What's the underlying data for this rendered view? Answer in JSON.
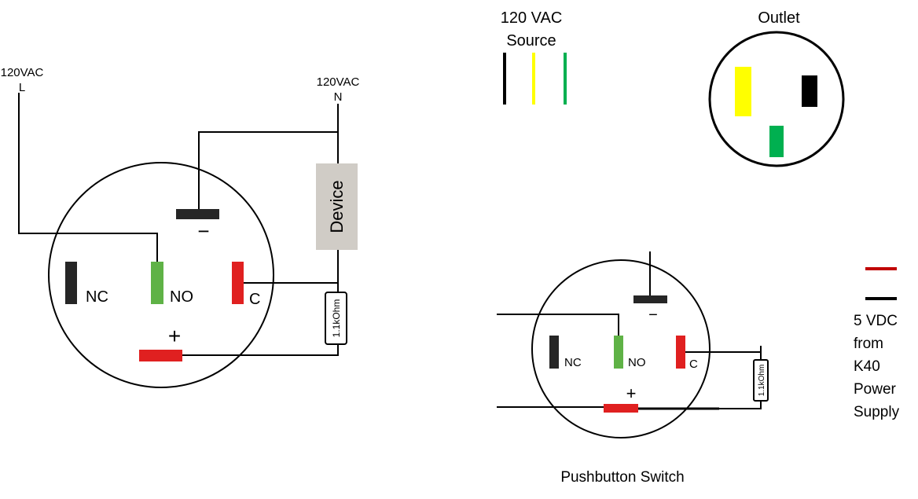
{
  "left_switch": {
    "line_label": "120VAC",
    "line_letter": "L",
    "neutral_label": "120VAC",
    "neutral_letter": "N",
    "device_label": "Device",
    "resistor_label": "1.1kOhm",
    "nc_label": "NC",
    "no_label": "NO",
    "c_label": "C",
    "minus_symbol": "−",
    "plus_symbol": "+"
  },
  "source": {
    "title_line1": "120 VAC",
    "title_line2": "Source",
    "wire_colors": [
      "#000000",
      "#ffff00",
      "#00b050"
    ]
  },
  "outlet": {
    "title": "Outlet",
    "hot_color": "#ffff00",
    "neutral_color": "#000000",
    "ground_color": "#00b050"
  },
  "right_switch": {
    "caption": "Pushbutton Switch",
    "resistor_label": "1.1kOhm",
    "nc_label": "NC",
    "no_label": "NO",
    "c_label": "C",
    "minus_symbol": "−",
    "plus_symbol": "+"
  },
  "power_supply": {
    "label_lines": [
      "5 VDC",
      "from",
      "K40",
      "Power",
      "Supply"
    ],
    "positive_color": "#c00000",
    "negative_color": "#000000"
  },
  "colors": {
    "nc_terminal": "#262626",
    "no_terminal": "#5fb246",
    "c_terminal": "#e02020",
    "plus_terminal": "#e02020",
    "minus_terminal": "#262626",
    "device_fill": "#d0ccc6"
  }
}
